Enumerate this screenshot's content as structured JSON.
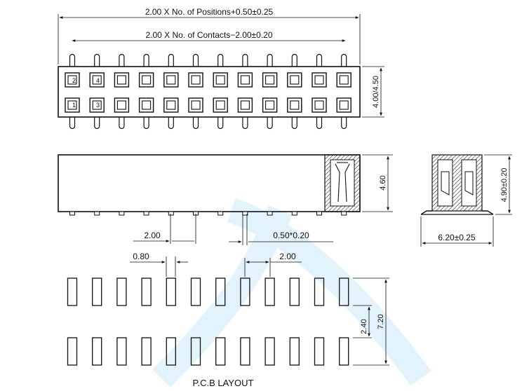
{
  "dimensions": {
    "positions_width": "2.00 X No. of Positions+0.50±0.25",
    "contacts_width": "2.00 X No. of Contacts−2.00±0.20",
    "height_top": "4.00/4.50",
    "side_height": "4.60",
    "end_height": "4.90±0.20",
    "end_width": "6.20±0.25",
    "pitch": "2.00",
    "pin_size": "0.50*0.20",
    "pad_width": "0.80",
    "pad_pitch": "2.00",
    "row_pitch": "2.40",
    "pad_span": "7.20"
  },
  "pin_numbers": {
    "top_row": [
      "2",
      "4"
    ],
    "bottom_row": [
      "1",
      "3"
    ]
  },
  "pcb_layout_label": "P.C.B LAYOUT",
  "counts": {
    "positions_per_row": 12
  },
  "colors": {
    "line": "#111111",
    "watermark": "#1a9fe6"
  }
}
